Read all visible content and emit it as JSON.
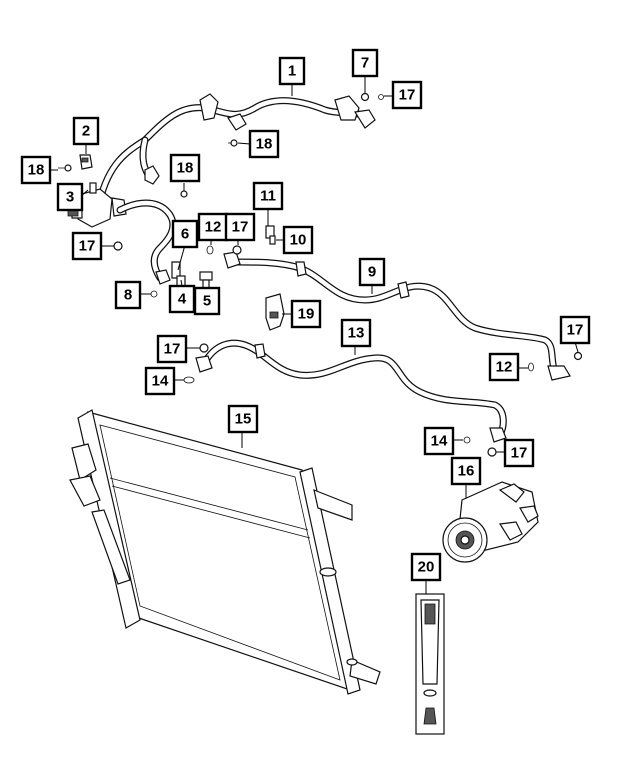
{
  "diagram": {
    "callouts": [
      {
        "id": "c1",
        "label": "1"
      },
      {
        "id": "c2",
        "label": "2"
      },
      {
        "id": "c3",
        "label": "3"
      },
      {
        "id": "c4",
        "label": "4"
      },
      {
        "id": "c5",
        "label": "5"
      },
      {
        "id": "c6",
        "label": "6"
      },
      {
        "id": "c7",
        "label": "7"
      },
      {
        "id": "c8",
        "label": "8"
      },
      {
        "id": "c9",
        "label": "9"
      },
      {
        "id": "c10",
        "label": "10"
      },
      {
        "id": "c11",
        "label": "11"
      },
      {
        "id": "c12a",
        "label": "12"
      },
      {
        "id": "c12b",
        "label": "12"
      },
      {
        "id": "c13",
        "label": "13"
      },
      {
        "id": "c14a",
        "label": "14"
      },
      {
        "id": "c14b",
        "label": "14"
      },
      {
        "id": "c15",
        "label": "15"
      },
      {
        "id": "c16",
        "label": "16"
      },
      {
        "id": "c17a",
        "label": "17"
      },
      {
        "id": "c17b",
        "label": "17"
      },
      {
        "id": "c17c",
        "label": "17"
      },
      {
        "id": "c17d",
        "label": "17"
      },
      {
        "id": "c17e",
        "label": "17"
      },
      {
        "id": "c17f",
        "label": "17"
      },
      {
        "id": "c18a",
        "label": "18"
      },
      {
        "id": "c18b",
        "label": "18"
      },
      {
        "id": "c18c",
        "label": "18"
      },
      {
        "id": "c19",
        "label": "19"
      },
      {
        "id": "c20",
        "label": "20"
      }
    ]
  }
}
